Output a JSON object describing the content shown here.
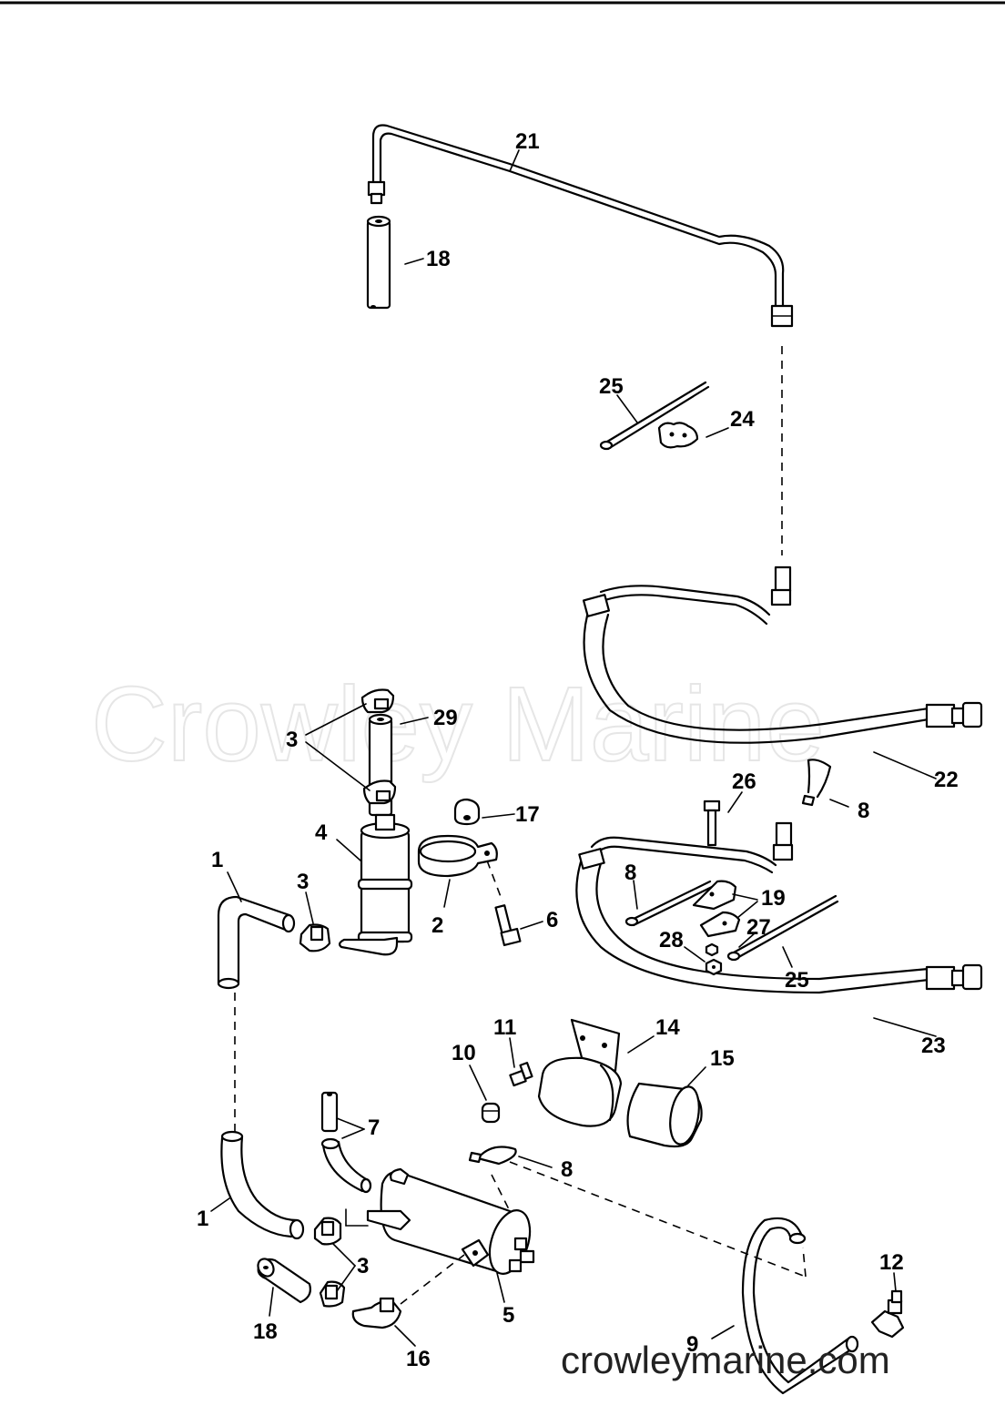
{
  "watermark": "Crowley Marine",
  "footer_url": "crowleymarine.com",
  "callouts": {
    "c21": "21",
    "c18a": "18",
    "c25a": "25",
    "c24": "24",
    "c3a": "3",
    "c29": "29",
    "c22": "22",
    "c26": "26",
    "c8a": "8",
    "c17": "17",
    "c4": "4",
    "c1a": "1",
    "c3b": "3",
    "c2": "2",
    "c6": "6",
    "c8b": "8",
    "c19": "19",
    "c27": "27",
    "c28": "28",
    "c25b": "25",
    "c23": "23",
    "c11": "11",
    "c14": "14",
    "c10": "10",
    "c15": "15",
    "c7": "7",
    "c8c": "8",
    "c1b": "1",
    "c3c": "3",
    "c5": "5",
    "c18b": "18",
    "c16": "16",
    "c12": "12",
    "c9": "9"
  }
}
